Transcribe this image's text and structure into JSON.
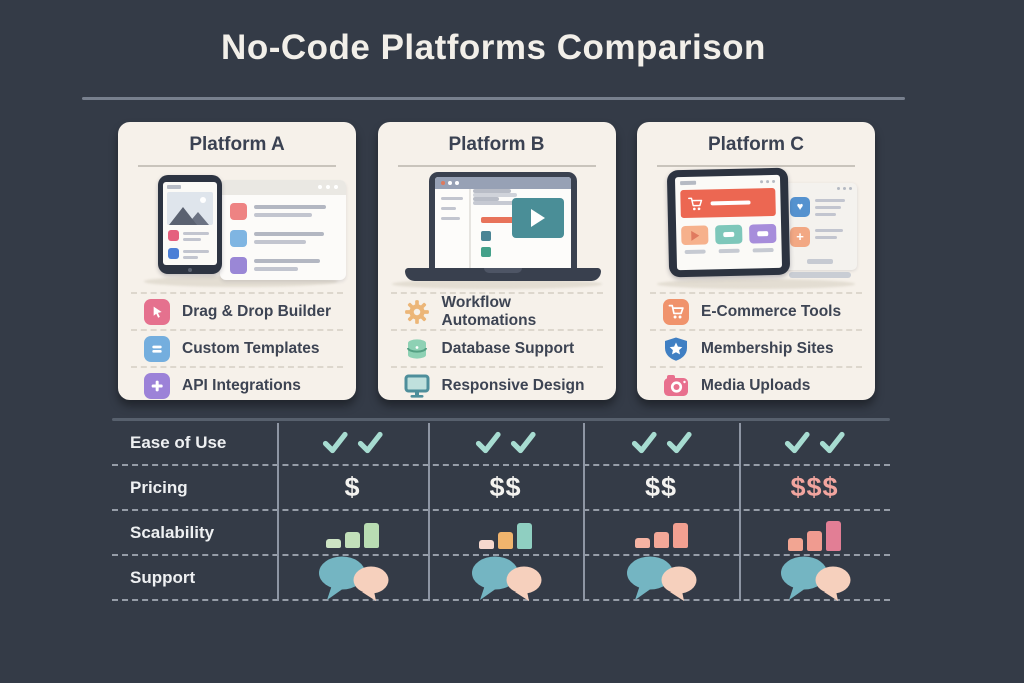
{
  "header": {
    "title": "No-Code Platforms Comparison"
  },
  "platforms": [
    {
      "name": "Platform A",
      "illustration": "phone-and-browser-mockup",
      "features": [
        {
          "icon": "cursor-icon",
          "label": "Drag & Drop Builder",
          "color": "#e5718e"
        },
        {
          "icon": "template-icon",
          "label": "Custom Templates",
          "color": "#74aede"
        },
        {
          "icon": "plus-icon",
          "label": "API Integrations",
          "color": "#9c82d8"
        }
      ]
    },
    {
      "name": "Platform B",
      "illustration": "laptop-browser-mockup",
      "features": [
        {
          "icon": "gear-icon",
          "label": "Workflow Automations",
          "color": "#ecb678"
        },
        {
          "icon": "database-icon",
          "label": "Database Support",
          "color": "#8ed1b4"
        },
        {
          "icon": "monitor-icon",
          "label": "Responsive Design",
          "color": "#4e8e9b"
        }
      ]
    },
    {
      "name": "Platform C",
      "illustration": "tablet-and-browser-mockup",
      "features": [
        {
          "icon": "cart-icon",
          "label": "E-Commerce Tools",
          "color": "#f0936c"
        },
        {
          "icon": "shield-star-icon",
          "label": "Membership Sites",
          "color": "#3f7fc3"
        },
        {
          "icon": "camera-icon",
          "label": "Media Uploads",
          "color": "#e8708e"
        }
      ]
    }
  ],
  "comparison": {
    "checks_color": "#a7dcd1",
    "rows": [
      {
        "label": "Ease of Use",
        "cells": [
          {
            "type": "checks",
            "count": 2
          },
          {
            "type": "checks",
            "count": 2
          },
          {
            "type": "checks",
            "count": 2
          },
          {
            "type": "checks",
            "count": 2
          }
        ]
      },
      {
        "label": "Pricing",
        "cells": [
          {
            "type": "price",
            "text": "$",
            "color": "#f4f3f0"
          },
          {
            "type": "price",
            "text": "$$",
            "color": "#f4f3f0"
          },
          {
            "type": "price",
            "text": "$$",
            "color": "#f4f3f0"
          },
          {
            "type": "price",
            "text": "$$$",
            "color": "#f2a59f"
          }
        ]
      },
      {
        "label": "Scalability",
        "cells": [
          {
            "type": "bars",
            "heights": [
              9,
              16,
              25
            ],
            "colors": [
              "#cde4c4",
              "#c2e0ba",
              "#b9ddb3"
            ]
          },
          {
            "type": "bars",
            "heights": [
              9,
              17,
              26
            ],
            "colors": [
              "#f6d8ce",
              "#f0b46d",
              "#8fcfc1"
            ]
          },
          {
            "type": "bars",
            "heights": [
              10,
              16,
              25
            ],
            "colors": [
              "#f5b3a3",
              "#f3a898",
              "#f2a091"
            ]
          },
          {
            "type": "bars",
            "heights": [
              13,
              20,
              30
            ],
            "colors": [
              "#f2a592",
              "#f09b90",
              "#e27e95"
            ]
          }
        ]
      },
      {
        "label": "Support",
        "cells": [
          {
            "type": "bubbles",
            "colors": [
              "#74b5c2",
              "#f6d0bd"
            ]
          },
          {
            "type": "bubbles",
            "colors": [
              "#74b5c2",
              "#f6d0bd"
            ]
          },
          {
            "type": "bubbles",
            "colors": [
              "#74b5c2",
              "#f6d0bd"
            ]
          },
          {
            "type": "bubbles",
            "colors": [
              "#74b5c2",
              "#f6d0bd"
            ]
          }
        ]
      }
    ]
  },
  "colors": {
    "background": "#343b47",
    "card_background": "#f6f1ea",
    "title_text": "#f2efe9",
    "card_text": "#3b4252",
    "header_divider": "#78808e",
    "table_vline": "#8e96a4",
    "check": "#a7dcd1",
    "price_highlight": "#f2a59f"
  }
}
